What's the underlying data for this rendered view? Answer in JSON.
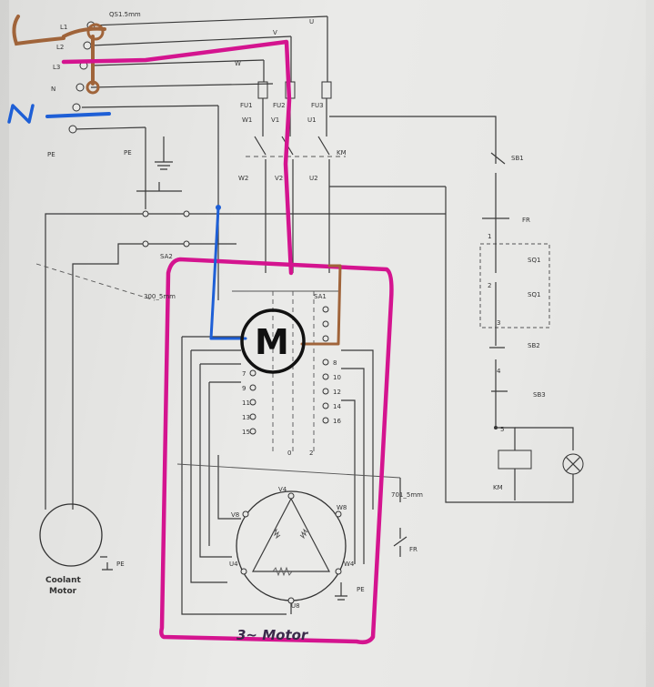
{
  "annotations": {
    "line_label": "L",
    "neutral_label": "N",
    "motor_symbol": "M"
  },
  "colors": {
    "paper": "#e6e6e4",
    "ink": "#3a3a3a",
    "magenta_marker": "#d4148f",
    "brown_marker": "#a0643a",
    "blue_marker": "#1e5fd6",
    "black_marker": "#111111"
  },
  "labels": {
    "qs": "QS1.5mm",
    "l1": "L1",
    "l2": "L2",
    "l3": "L3",
    "n": "N",
    "pe": "PE",
    "w": "W",
    "v": "V",
    "u": "U",
    "fu1": "FU1",
    "fu2": "FU2",
    "fu3": "FU3",
    "w1": "W1",
    "v1": "V1",
    "u1": "U1",
    "w2": "W2",
    "v2": "V2",
    "u2": "U2",
    "km_contact": "KM",
    "sa2": "SA2",
    "wire_300": "300_5mm",
    "sa1": "SA1",
    "n1": "1",
    "n2": "2",
    "n3": "3",
    "n4": "4",
    "n5": "5",
    "n7": "7",
    "n8": "8",
    "n9": "9",
    "n10": "10",
    "n11": "11",
    "n12": "12",
    "n13": "13",
    "n14": "14",
    "n15": "15",
    "n16": "16",
    "pos0": "0",
    "pos2": "2",
    "wire_701": "701_5mm",
    "v4": "V4",
    "v8": "V8",
    "w8": "W8",
    "u4": "U4",
    "w4": "W4",
    "u8": "U8",
    "pe_motor": "PE",
    "fr_contact": "FR",
    "coolant_motor_1": "Coolant",
    "coolant_motor_2": "Motor",
    "motor_caption": "3~ Motor",
    "sb1": "SB1",
    "fr": "FR",
    "sq1_a": "SQ1",
    "sq1_b": "SQ1",
    "sb2": "SB2",
    "sb3": "SB3",
    "km_coil": "KM"
  }
}
